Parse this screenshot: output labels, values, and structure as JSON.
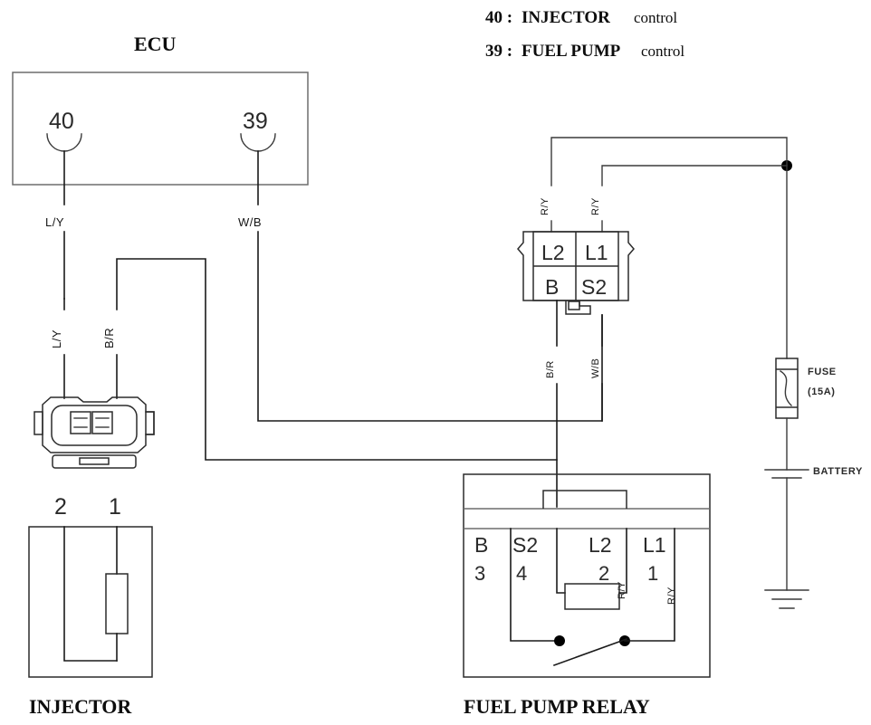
{
  "legend": {
    "lines": [
      {
        "pin": "40 :",
        "component": "INJECTOR",
        "suffix": "control"
      },
      {
        "pin": "39 :",
        "component": "FUEL PUMP",
        "suffix": "control"
      }
    ]
  },
  "ecu": {
    "title": "ECU",
    "pins": [
      {
        "number": "40",
        "wire_label": "L/Y"
      },
      {
        "number": "39",
        "wire_label": "W/B"
      }
    ]
  },
  "injector": {
    "title": "INJECTOR",
    "pins": [
      {
        "number": "2"
      },
      {
        "number": "1"
      }
    ],
    "wire_labels": {
      "pin1": "L/Y",
      "pin2": "B/R"
    }
  },
  "relay_connector": {
    "cells": [
      {
        "id": "L2",
        "label": "L2"
      },
      {
        "id": "L1",
        "label": "L1"
      },
      {
        "id": "B",
        "label": "B"
      },
      {
        "id": "S2",
        "label": "S2"
      }
    ],
    "wire_labels": {
      "l2_top": "R/Y",
      "l1_top": "R/Y",
      "b_bottom": "B/R",
      "s2_bottom": "W/B"
    }
  },
  "fuel_pump_relay": {
    "title": "FUEL PUMP RELAY",
    "terminals": [
      {
        "label": "B",
        "number": "3"
      },
      {
        "label": "S2",
        "number": "4"
      },
      {
        "label": "L2",
        "number": "2"
      },
      {
        "label": "L1",
        "number": "1"
      }
    ],
    "wire_labels": {
      "l2": "R/Y",
      "l1": "R/Y"
    }
  },
  "power": {
    "fuse_label": "FUSE",
    "fuse_rating": "(15A)",
    "battery_label": "BATTERY"
  },
  "colors": {
    "wire": "#1a1a1a",
    "outline": "#2b2b2b",
    "outline_gray": "#6d6d6d",
    "text": "#0d0d0d",
    "background": "#ffffff"
  }
}
